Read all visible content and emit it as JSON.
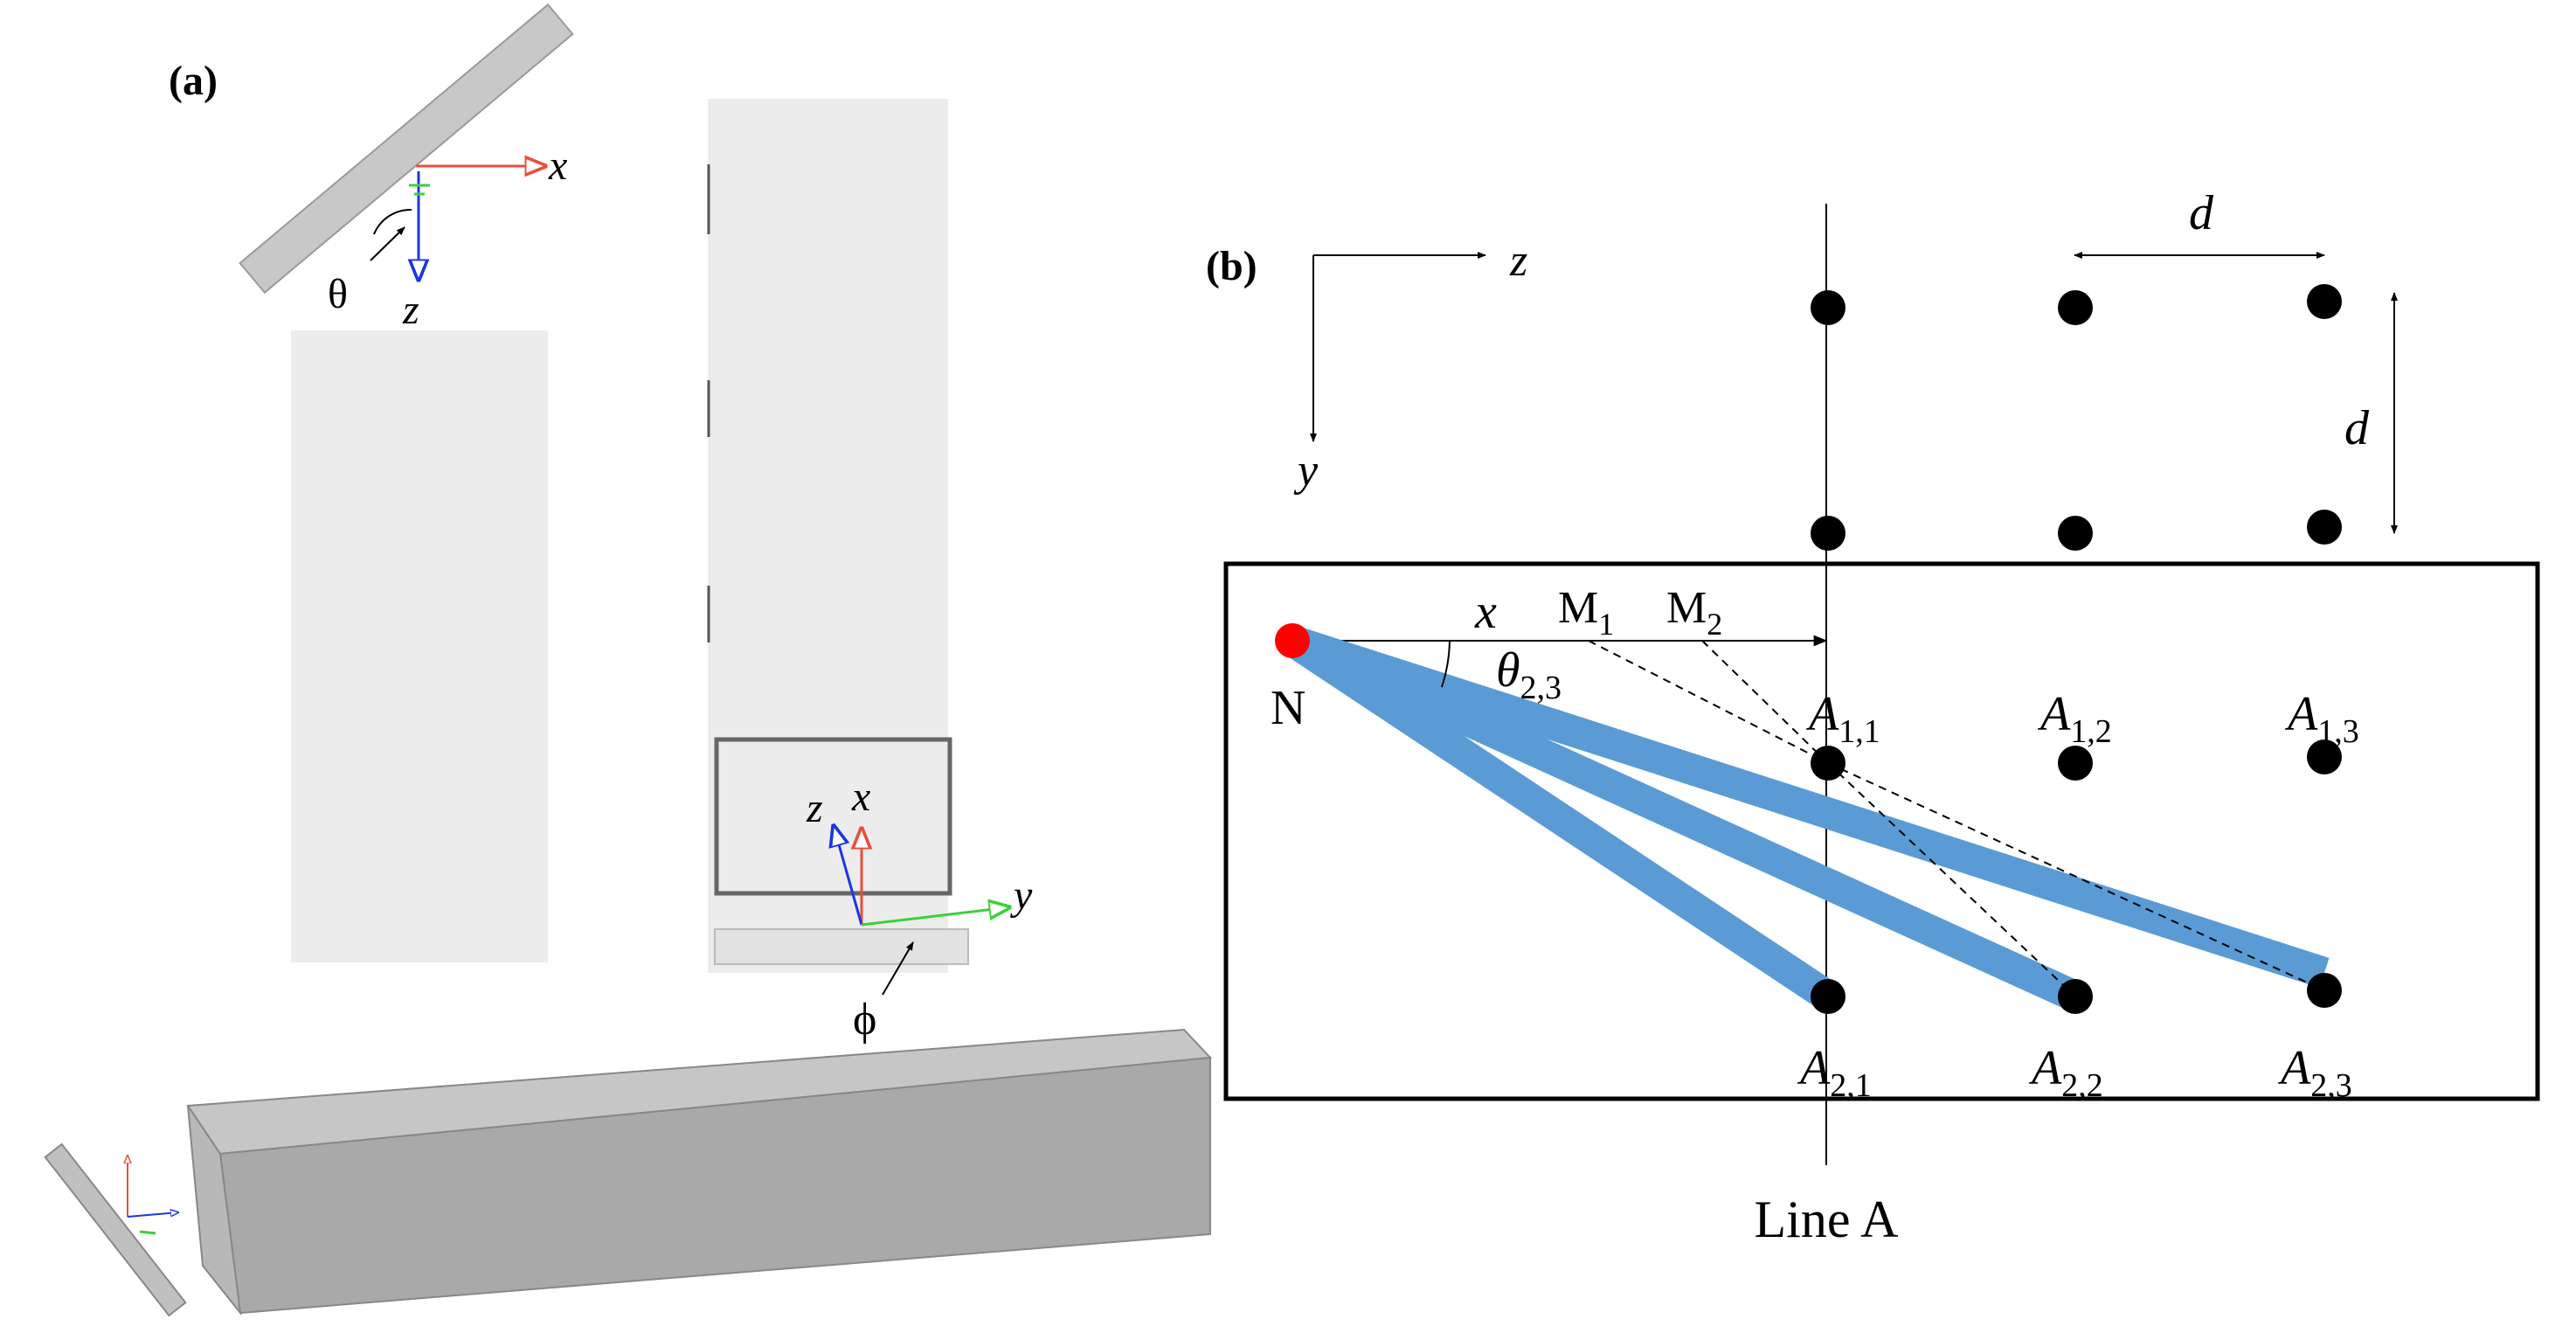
{
  "panel_a": {
    "label": "(a)",
    "top_view": {
      "x_axis": "x",
      "z_axis": "z",
      "angle": "θ",
      "colors": {
        "x": "#e8503a",
        "z": "#1e35e0",
        "y": "#3cd03c"
      }
    },
    "side_view": {
      "z_axis": "z",
      "x_axis": "x",
      "y_axis": "y",
      "angle": "ϕ"
    },
    "colors": {
      "slab": "#ececec",
      "beam_top": "#c6c6c6",
      "beam_front": "#a9a9a9",
      "beam_side": "#b8b8b8"
    }
  },
  "panel_b": {
    "label": "(b)",
    "axes": {
      "z": "z",
      "y": "y"
    },
    "spacing": {
      "horizontal": "d",
      "vertical": "d"
    },
    "source": "N",
    "x_label": "x",
    "angle": {
      "base": "θ",
      "sub": "2,3"
    },
    "midpoints": [
      {
        "base": "M",
        "sub": "1"
      },
      {
        "base": "M",
        "sub": "2"
      }
    ],
    "row1": [
      {
        "base": "A",
        "sub": "1,1"
      },
      {
        "base": "A",
        "sub": "1,2"
      },
      {
        "base": "A",
        "sub": "1,3"
      }
    ],
    "row2": [
      {
        "base": "A",
        "sub": "2,1"
      },
      {
        "base": "A",
        "sub": "2,2"
      },
      {
        "base": "A",
        "sub": "2,3"
      }
    ],
    "line_label": "Line A",
    "colors": {
      "source": "#ff0000",
      "beam": "#5b9bd5",
      "dot": "#000000"
    }
  }
}
